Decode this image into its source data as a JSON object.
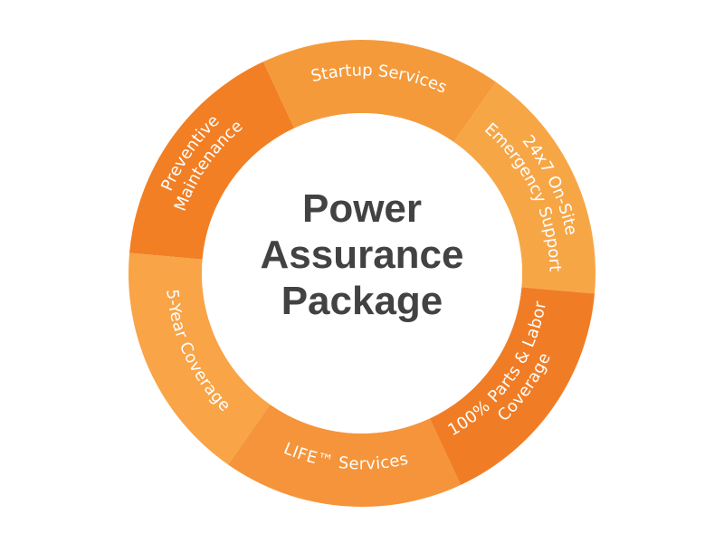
{
  "center": {
    "line1": "Power",
    "line2": "Assurance",
    "line3": "Package"
  },
  "segments": [
    {
      "id": "preventive-maintenance",
      "lines": [
        "Preventive",
        "Maintenance"
      ],
      "color": "#F27F24"
    },
    {
      "id": "startup-services",
      "lines": [
        "Startup Services"
      ],
      "color": "#F59A3A"
    },
    {
      "id": "on-site-emergency-support",
      "lines": [
        "24x7 On-Site",
        "Emergency Support"
      ],
      "color": "#F7A646"
    },
    {
      "id": "parts-labor-coverage",
      "lines": [
        "100% Parts & Labor",
        "Coverage"
      ],
      "color": "#F07D25"
    },
    {
      "id": "life-services",
      "lines": [
        "LIFE™ Services"
      ],
      "color": "#F5943A"
    },
    {
      "id": "five-year-coverage",
      "lines": [
        "5-Year Coverage"
      ],
      "color": "#F8A447"
    }
  ],
  "colors": {
    "text": "#424242",
    "segment_text": "#ffffff",
    "background": "#ffffff"
  }
}
